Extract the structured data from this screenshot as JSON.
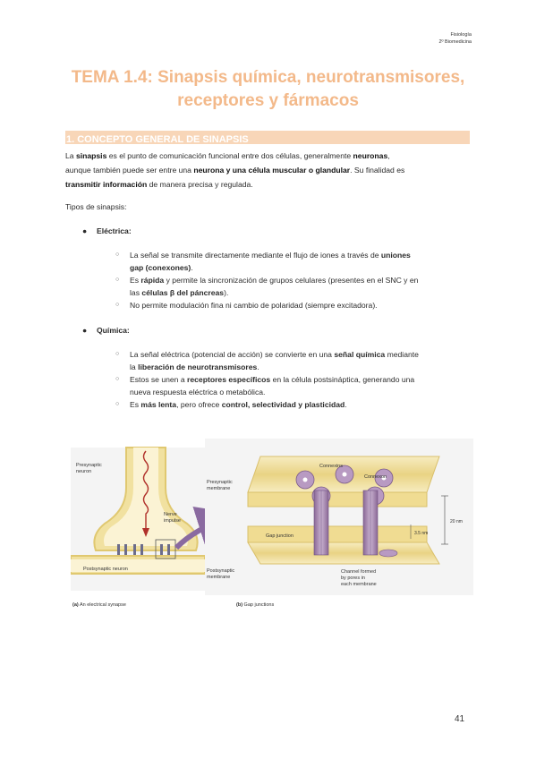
{
  "header": {
    "line1": "Fisiología",
    "line2": "2º Biomedicina"
  },
  "title": {
    "line1": "TEMA 1.4: Sinapsis química, neurotransmisores,",
    "line2": "receptores y fármacos"
  },
  "section": "1. CONCEPTO GENERAL DE SINAPSIS",
  "intro": {
    "t1": "La ",
    "b1": "sinapsis",
    "t2": " es el punto de comunicación funcional entre dos células, generalmente ",
    "b2": "neuronas",
    "t3": ",",
    "t4": "aunque también puede ser entre una ",
    "b3": "neurona y una célula muscular o glandular",
    "t5": ". Su finalidad es",
    "b4": "transmitir información",
    "t6": " de manera precisa y regulada."
  },
  "types_label": "Tipos de sinapsis:",
  "electrica": {
    "label": "Eléctrica:",
    "items": [
      {
        "t1": "La señal se transmite directamente mediante el flujo de iones a través de ",
        "b1": "uniones",
        "b2": "gap (conexones)",
        "t2": "."
      },
      {
        "t1": "Es ",
        "b1": "rápida",
        "t2": " y permite la sincronización de grupos celulares (presentes en el SNC y en",
        "t3": "las ",
        "b2": "células β del páncreas",
        "t4": ")."
      },
      {
        "t1": "No permite modulación fina ni cambio de polaridad (siempre excitadora)."
      }
    ]
  },
  "quimica": {
    "label": "Química:",
    "items": [
      {
        "t1": "La señal eléctrica (potencial de acción) se convierte en una ",
        "b1": "señal química",
        "t2": " mediante",
        "t3": "la ",
        "b2": "liberación de neurotransmisores",
        "t4": "."
      },
      {
        "t1": "Estos se unen a ",
        "b1": "receptores específicos",
        "t2": " en la célula postsináptica, generando una",
        "t3": "nueva respuesta eléctrica o metabólica."
      },
      {
        "t1": "Es ",
        "b1": "más lenta",
        "t2": ", pero ofrece ",
        "b2": "control, selectividad y plasticidad",
        "t3": "."
      }
    ]
  },
  "figure": {
    "presynaptic_neuron": [
      "Presynaptic",
      "neuron"
    ],
    "nerve_impulse": [
      "Nerve",
      "impulse"
    ],
    "postsynaptic_neuron": "Postsynaptic neuron",
    "presynaptic_membrane": [
      "Presynaptic",
      "membrane"
    ],
    "postsynaptic_membrane": [
      "Postsynaptic",
      "membrane"
    ],
    "connexins": "Connexins",
    "connexon": "Connexon",
    "gap_junction": "Gap junction",
    "dist_small": "3.5 nm",
    "dist_large": "20 nm",
    "channel": [
      "Channel formed",
      "by pores in",
      "each membrane"
    ],
    "caption_a_bold": "(a)",
    "caption_a": " An electrical synapse",
    "caption_b_bold": "(b)",
    "caption_b": " Gap junctions"
  },
  "page_number": "41",
  "colors": {
    "title": "#f3b98a",
    "section_bg": "#f8d6b8",
    "membrane": "#f2e2a4",
    "connexon": "#9c7aa6"
  }
}
